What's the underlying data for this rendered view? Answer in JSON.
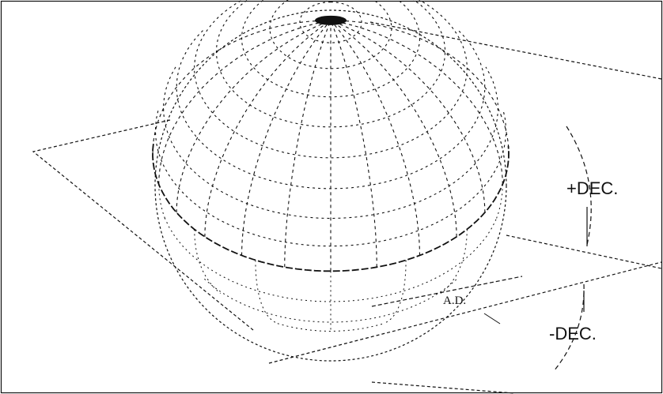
{
  "diagram": {
    "labels": {
      "plus_dec": "+DEC.",
      "minus_dec": "-DEC.",
      "ad": "A.D."
    },
    "colors": {
      "background": "#ffffff",
      "ink": "#111111"
    }
  }
}
